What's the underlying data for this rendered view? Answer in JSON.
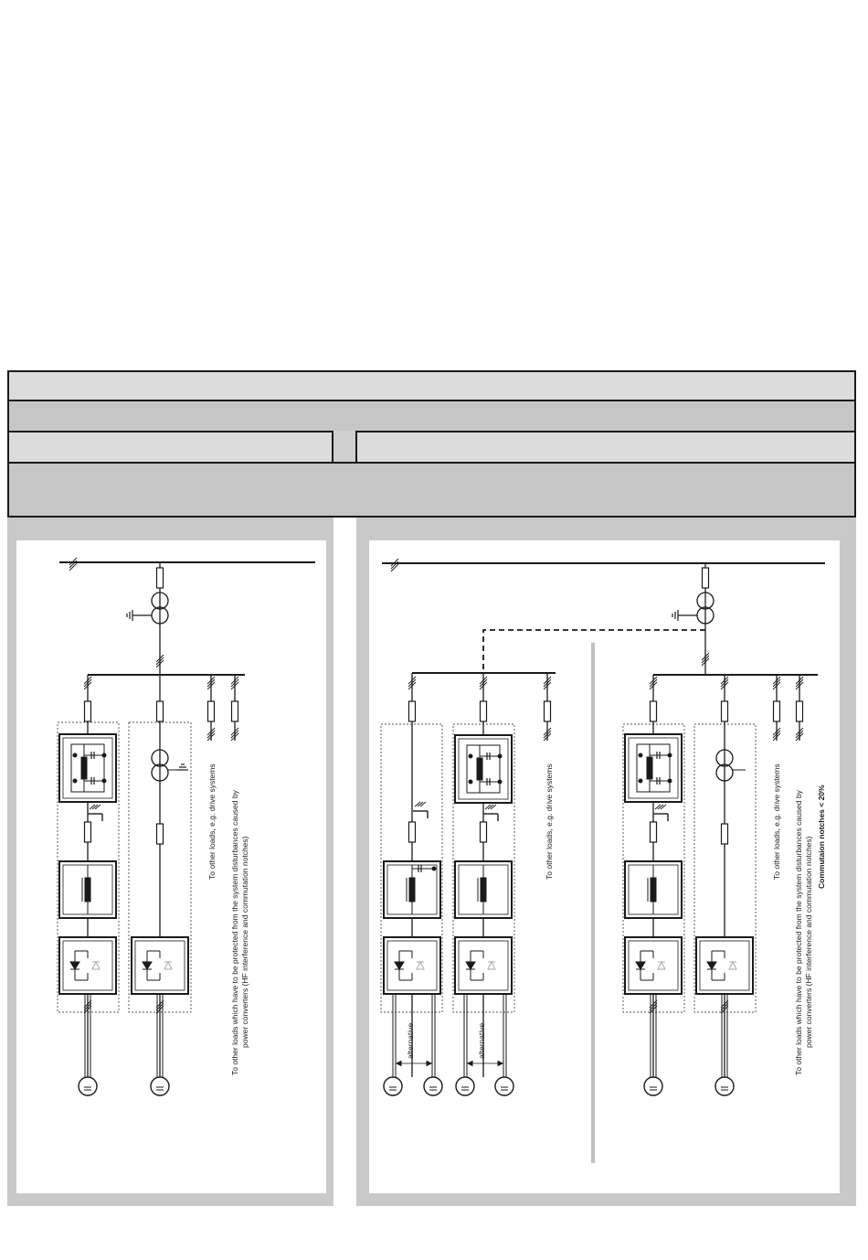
{
  "header": {
    "row1": "",
    "row2": "",
    "row3_left": "",
    "row3_mid": "",
    "row3_right": "",
    "row4": ""
  },
  "labels": {
    "other_loads": "To other loads, e.g. drive systems",
    "protected_line1": "To other loads which have to be protected from the system disturbances caused by",
    "protected_line2": "power converters (HF interference and commutation notches)",
    "commutation": "Commutaion notches < 20%",
    "alternative": "alternative",
    "motor_symbol": "="
  },
  "colors": {
    "panel": "#c9c9c9",
    "header_light": "#dcdcdc",
    "header_dark": "#c6c6c6",
    "line": "#1a1a1a",
    "separator": "#bfbfbf"
  }
}
